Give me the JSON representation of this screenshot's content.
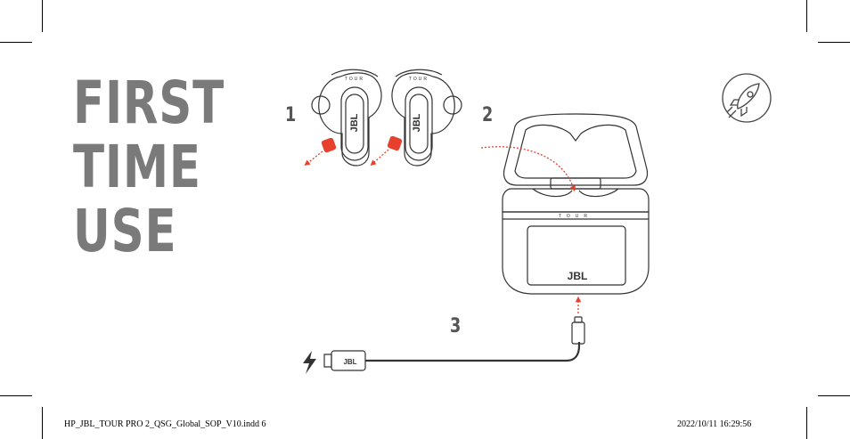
{
  "title": {
    "line1": "FIRST",
    "line2": "TIME",
    "line3": "USE"
  },
  "steps": {
    "step1": "1",
    "step2": "2",
    "step3": "3"
  },
  "earbuds": {
    "brand": "JBL",
    "model": "TOUR"
  },
  "case": {
    "brand": "JBL",
    "model": "TOUR"
  },
  "cable": {
    "brand": "JBL"
  },
  "footer": {
    "file": "HP_JBL_TOUR PRO 2_QSG_Global_SOP_V10.indd   6",
    "timestamp": "2022/10/11   16:29:56"
  },
  "colors": {
    "accent": "#e8402e",
    "title": "#7a7a7a",
    "line": "#333333"
  },
  "icons": [
    "rocket-icon",
    "lightning-icon"
  ]
}
